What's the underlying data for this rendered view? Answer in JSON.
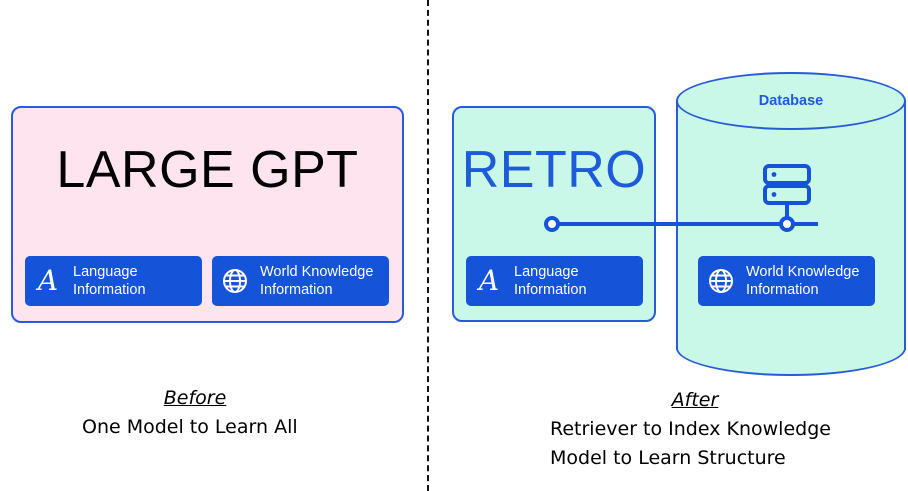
{
  "before": {
    "title": "LARGE GPT",
    "chip_language": [
      "Language",
      "Information"
    ],
    "chip_world": [
      "World Knowledge",
      "Information"
    ],
    "caption_head": "Before",
    "caption_line": "One Model to Learn All"
  },
  "after": {
    "title": "RETRO",
    "database_label": "Database",
    "chip_language": [
      "Language",
      "Information"
    ],
    "chip_world": [
      "World Knowledge",
      "Information"
    ],
    "caption_head": "After",
    "caption_lines": [
      "Retriever to Index Knowledge",
      "Model to Learn Structure"
    ]
  },
  "icons": {
    "language": "letter-a-icon",
    "world": "globe-icon",
    "database": "server-stack-icon"
  },
  "colors": {
    "accent_blue": "#1553d9",
    "border_blue": "#2a5bd7",
    "gpt_panel": "#fde4ef",
    "retro_panel": "#c9f7e8",
    "retro_title": "#1e5bd8"
  }
}
